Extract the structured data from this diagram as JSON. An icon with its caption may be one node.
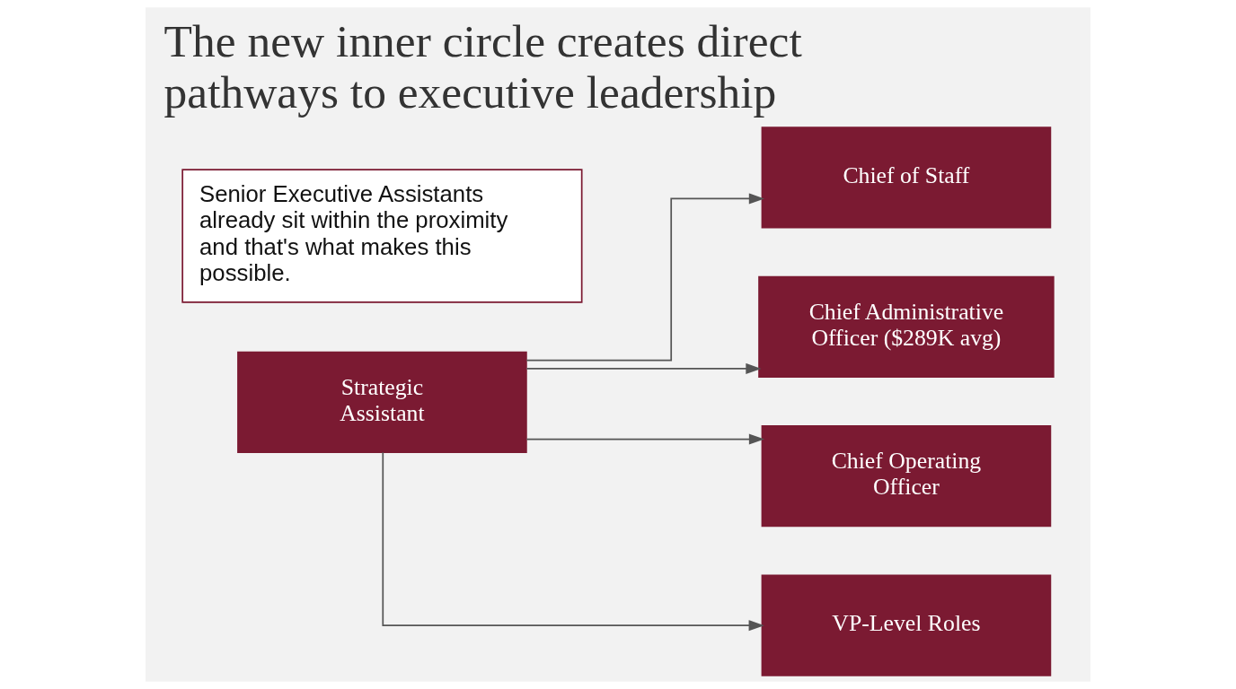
{
  "diagram": {
    "title": "The new inner circle creates direct pathways to executive leadership",
    "nodes": [
      {
        "text": [
          "Strategic Assistant"
        ]
      },
      {
        "text": [
          "Chief of Staff"
        ]
      },
      {
        "text": [
          "Chief Administrative Officer ($289K avg)"
        ]
      },
      {
        "text": [
          "Chief Operating Officer"
        ]
      },
      {
        "text": [
          "VP-Level Roles"
        ]
      },
      {
        "text": [
          "Senior Executive Assistants already sit within the proximity and that's what makes this possible."
        ]
      }
    ],
    "edges": [
      {
        "from": 0,
        "to": 1,
        "arrow": "to"
      },
      {
        "from": 0,
        "to": 2,
        "arrow": "to"
      },
      {
        "from": 0,
        "to": 3,
        "arrow": "to"
      },
      {
        "from": 0,
        "to": 4,
        "arrow": "to"
      }
    ]
  }
}
